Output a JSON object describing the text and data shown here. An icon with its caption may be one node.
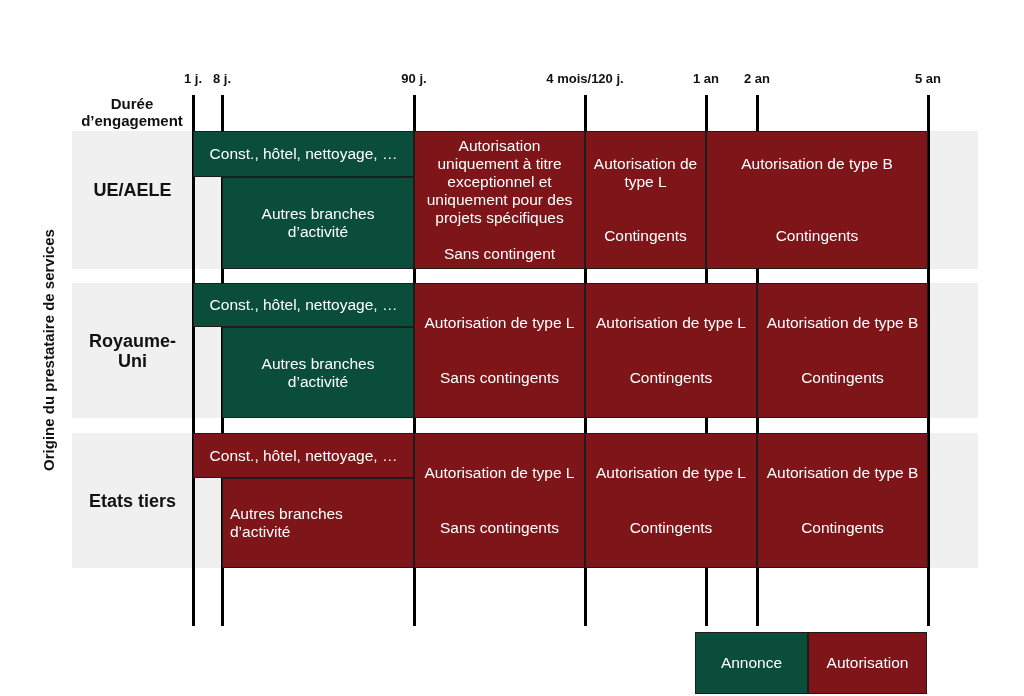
{
  "diagram": {
    "nodes": [
      {
        "text": [
          "UE/AELE"
        ]
      },
      {
        "text": [
          "Const., hôtel, nettoyage, …"
        ],
        "in": 0
      },
      {
        "text": [
          "Autres branches d’activité"
        ],
        "in": 0
      },
      {
        "text": [
          "Autorisation uniquement à titre exceptionnel et uniquement pour des projets spécifiques",
          "Sans contingent"
        ],
        "in": 0
      },
      {
        "text": [
          "Autorisation de type L",
          "Contingents"
        ],
        "in": 0
      },
      {
        "text": [
          "Autorisation de type B",
          "Contingents"
        ],
        "in": 0
      },
      {
        "text": [
          "Royaume-Uni"
        ]
      },
      {
        "text": [
          "Const., hôtel, nettoyage, …"
        ],
        "in": 6
      },
      {
        "text": [
          "Autres branches d’activité"
        ],
        "in": 6
      },
      {
        "text": [
          "Autorisation de type L",
          "Sans contingents"
        ],
        "in": 6
      },
      {
        "text": [
          "Autorisation de type L",
          "Contingents"
        ],
        "in": 6
      },
      {
        "text": [
          "Autorisation de type B",
          "Contingents"
        ],
        "in": 6
      },
      {
        "text": [
          "Etats tiers"
        ]
      },
      {
        "text": [
          "Const., hôtel, nettoyage, …"
        ],
        "in": 12
      },
      {
        "text": [
          "Autres branches d’activité"
        ],
        "in": 12
      },
      {
        "text": [
          "Autorisation de type L",
          "Sans contingents"
        ],
        "in": 12
      },
      {
        "text": [
          "Autorisation de type L",
          "Contingents"
        ],
        "in": 12
      },
      {
        "text": [
          "Autorisation de type B",
          "Contingents"
        ],
        "in": 12
      }
    ],
    "labels": [
      "1 j.",
      "8 j.",
      "90 j.",
      "4 mois/120 j.",
      "1 an",
      "2 an",
      "5 an",
      "Durée d’engagement",
      "Origine du prestataire de services"
    ],
    "legend": [
      {
        "text": "Annonce",
        "color": "#0b4d3b"
      },
      {
        "text": "Autorisation",
        "color": "#7e1519"
      }
    ]
  }
}
